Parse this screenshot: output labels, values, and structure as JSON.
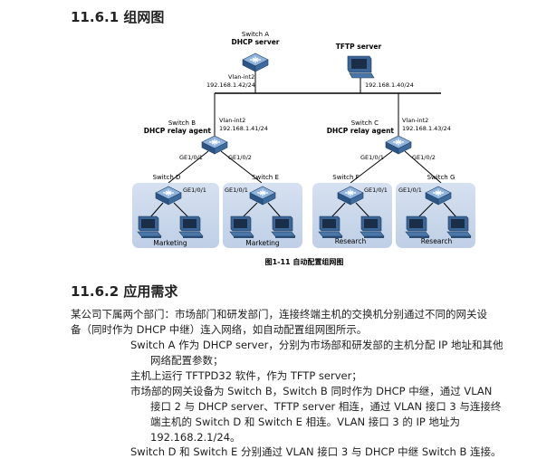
{
  "section1": {
    "title": "11.6.1 组网图"
  },
  "diagram": {
    "switch_a": {
      "name": "Switch A",
      "role": "DHCP server",
      "iface": "Vlan-int2",
      "ip": "192.168.1.42/24"
    },
    "tftp": {
      "name": "TFTP server",
      "ip": "192.168.1.40/24"
    },
    "switch_b": {
      "name": "Switch B",
      "role": "DHCP relay agent",
      "iface": "Vlan-int2",
      "ip": "192.168.1.41/24",
      "port1": "GE1/0/1",
      "port2": "GE1/0/2"
    },
    "switch_c": {
      "name": "Switch C",
      "role": "DHCP relay agent",
      "iface": "Vlan-int2",
      "ip": "192.168.1.43/24",
      "port1": "GE1/0/1",
      "port2": "GE1/0/2"
    },
    "switch_d": {
      "name": "Switch D",
      "port": "GE1/0/1",
      "group": "Marketing"
    },
    "switch_e": {
      "name": "Switch E",
      "port": "GE1/0/1",
      "group": "Marketing"
    },
    "switch_f": {
      "name": "Switch F",
      "port": "GE1/0/1",
      "group": "Research"
    },
    "switch_g": {
      "name": "Switch G",
      "port": "GE1/0/1",
      "group": "Research"
    },
    "caption": "图1-11 自动配置组网图"
  },
  "section2": {
    "title": "11.6.2 应用需求",
    "p1_line1": "某公司下属两个部门：市场部门和研发部门，连接终端主机的交换机分别通过不同的网关设",
    "p1_line2": "备（同时作为 DHCP 中继）连入网络，如自动配置组网图所示。",
    "b1_line1": "Switch A 作为 DHCP server，分别为市场部和研发部的主机分配 IP 地址和其他",
    "b1_line2": "网络配置参数；",
    "b2_line1": "主机上运行 TFTPD32 软件，作为 TFTP server；",
    "b3_line1": "市场部的网关设备为 Switch B，Switch B 同时作为 DHCP 中继，通过 VLAN",
    "b3_line2": "接口 2 与 DHCP server、TFTP server 相连，通过 VLAN 接口 3 与连接终",
    "b3_line3": "端主机的 Switch D 和 Switch E 相连。VLAN 接口 3 的 IP 地址为",
    "b3_line4": "192.168.2.1/24。",
    "b4_line1": "Switch D 和 Switch E 分别通过 VLAN 接口 3 与 DHCP 中继 Switch B 连接。"
  },
  "colors": {
    "group_box": "#c9d7ea",
    "device_blue": "#2f5d8e",
    "line": "#000000"
  }
}
